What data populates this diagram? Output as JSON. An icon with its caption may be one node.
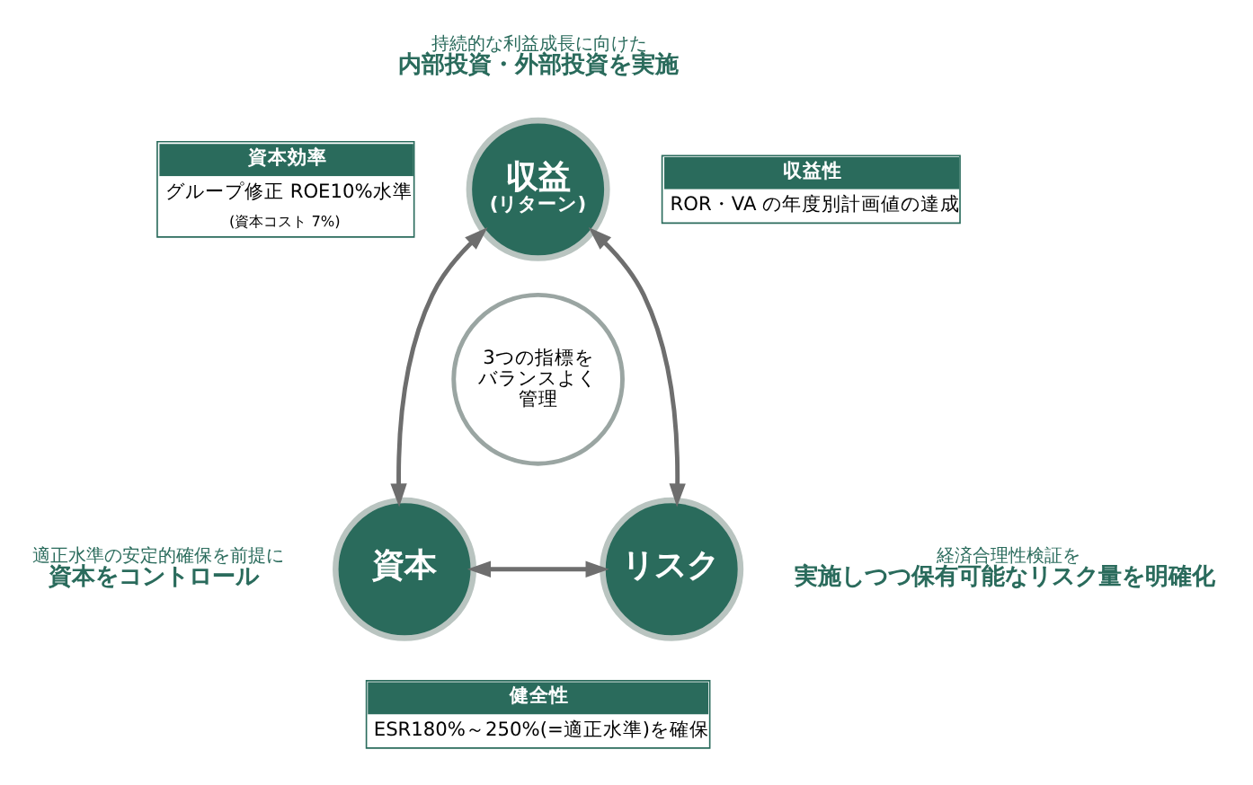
{
  "diagram": {
    "nodes": [
      {
        "text": [
          "収益",
          "(リターン)"
        ],
        "beside": [
          "持続的な利益成長に向けた",
          "内部投資・外部投資を実施"
        ]
      },
      {
        "text": [
          "資本効率",
          "グループ修正 ROE10%水準",
          "(資本コスト 7%)"
        ]
      },
      {
        "text": [
          "収益性",
          "ROR・VA の年度別計画値の達成"
        ]
      },
      {
        "text": [
          "3つの指標をバランスよく管理"
        ]
      },
      {
        "text": [
          "資本"
        ],
        "beside": [
          "適正水準の安定的確保を前提に",
          "資本をコントロール"
        ]
      },
      {
        "text": [
          "リスク"
        ],
        "beside": [
          "経済合理性検証を",
          "実施しつつ保有可能なリスク量を明確化"
        ]
      },
      {
        "text": [
          "健全性",
          "ESR180%～250%(=適正水準)を確保"
        ]
      }
    ],
    "edges": [
      {
        "from": 0,
        "to": 4,
        "arrow": "both"
      },
      {
        "from": 0,
        "to": 5,
        "arrow": "both"
      },
      {
        "from": 4,
        "to": 5,
        "arrow": "both"
      }
    ]
  }
}
